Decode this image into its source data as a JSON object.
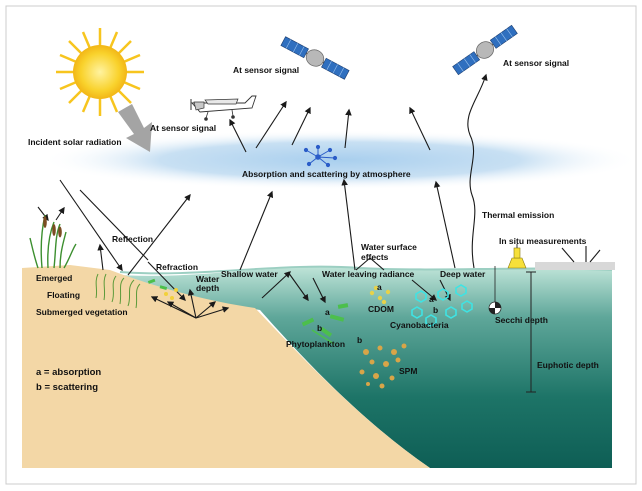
{
  "labels": {
    "sensor_sat_mid": "At sensor signal",
    "sensor_sat_right": "At sensor signal",
    "sensor_plane": "At sensor signal",
    "incident": "Incident solar radiation",
    "atmosphere": "Absorption and scattering by atmosphere",
    "thermal": "Thermal emission",
    "reflection": "Reflection",
    "refraction": "Refraction",
    "water_depth_1": "Water",
    "water_depth_2": "depth",
    "shallow": "Shallow water",
    "surface_effects_1": "Water surface",
    "surface_effects_2": "effects",
    "leaving": "Water leaving radiance",
    "deep": "Deep water",
    "insitu": "In situ measurements",
    "emerged": "Emerged",
    "floating": "Floating",
    "submerged": "Submerged vegetation",
    "cdom": "CDOM",
    "cyano": "Cyanobacteria",
    "phyto": "Phytoplankton",
    "spm": "SPM",
    "secchi": "Secchi depth",
    "euphotic": "Euphotic depth",
    "legend_a": "a = absorption",
    "legend_b": "b = scattering",
    "a1": "a",
    "b1": "b",
    "a2": "a",
    "b2": "b",
    "a3": "a",
    "b3": "b"
  },
  "colors": {
    "water_top": "#bfe4d8",
    "water_bottom": "#0e5e55",
    "sand": "#f3d7a6",
    "atmosphere": "#b9d8ef",
    "sun": "#f7c51e"
  }
}
